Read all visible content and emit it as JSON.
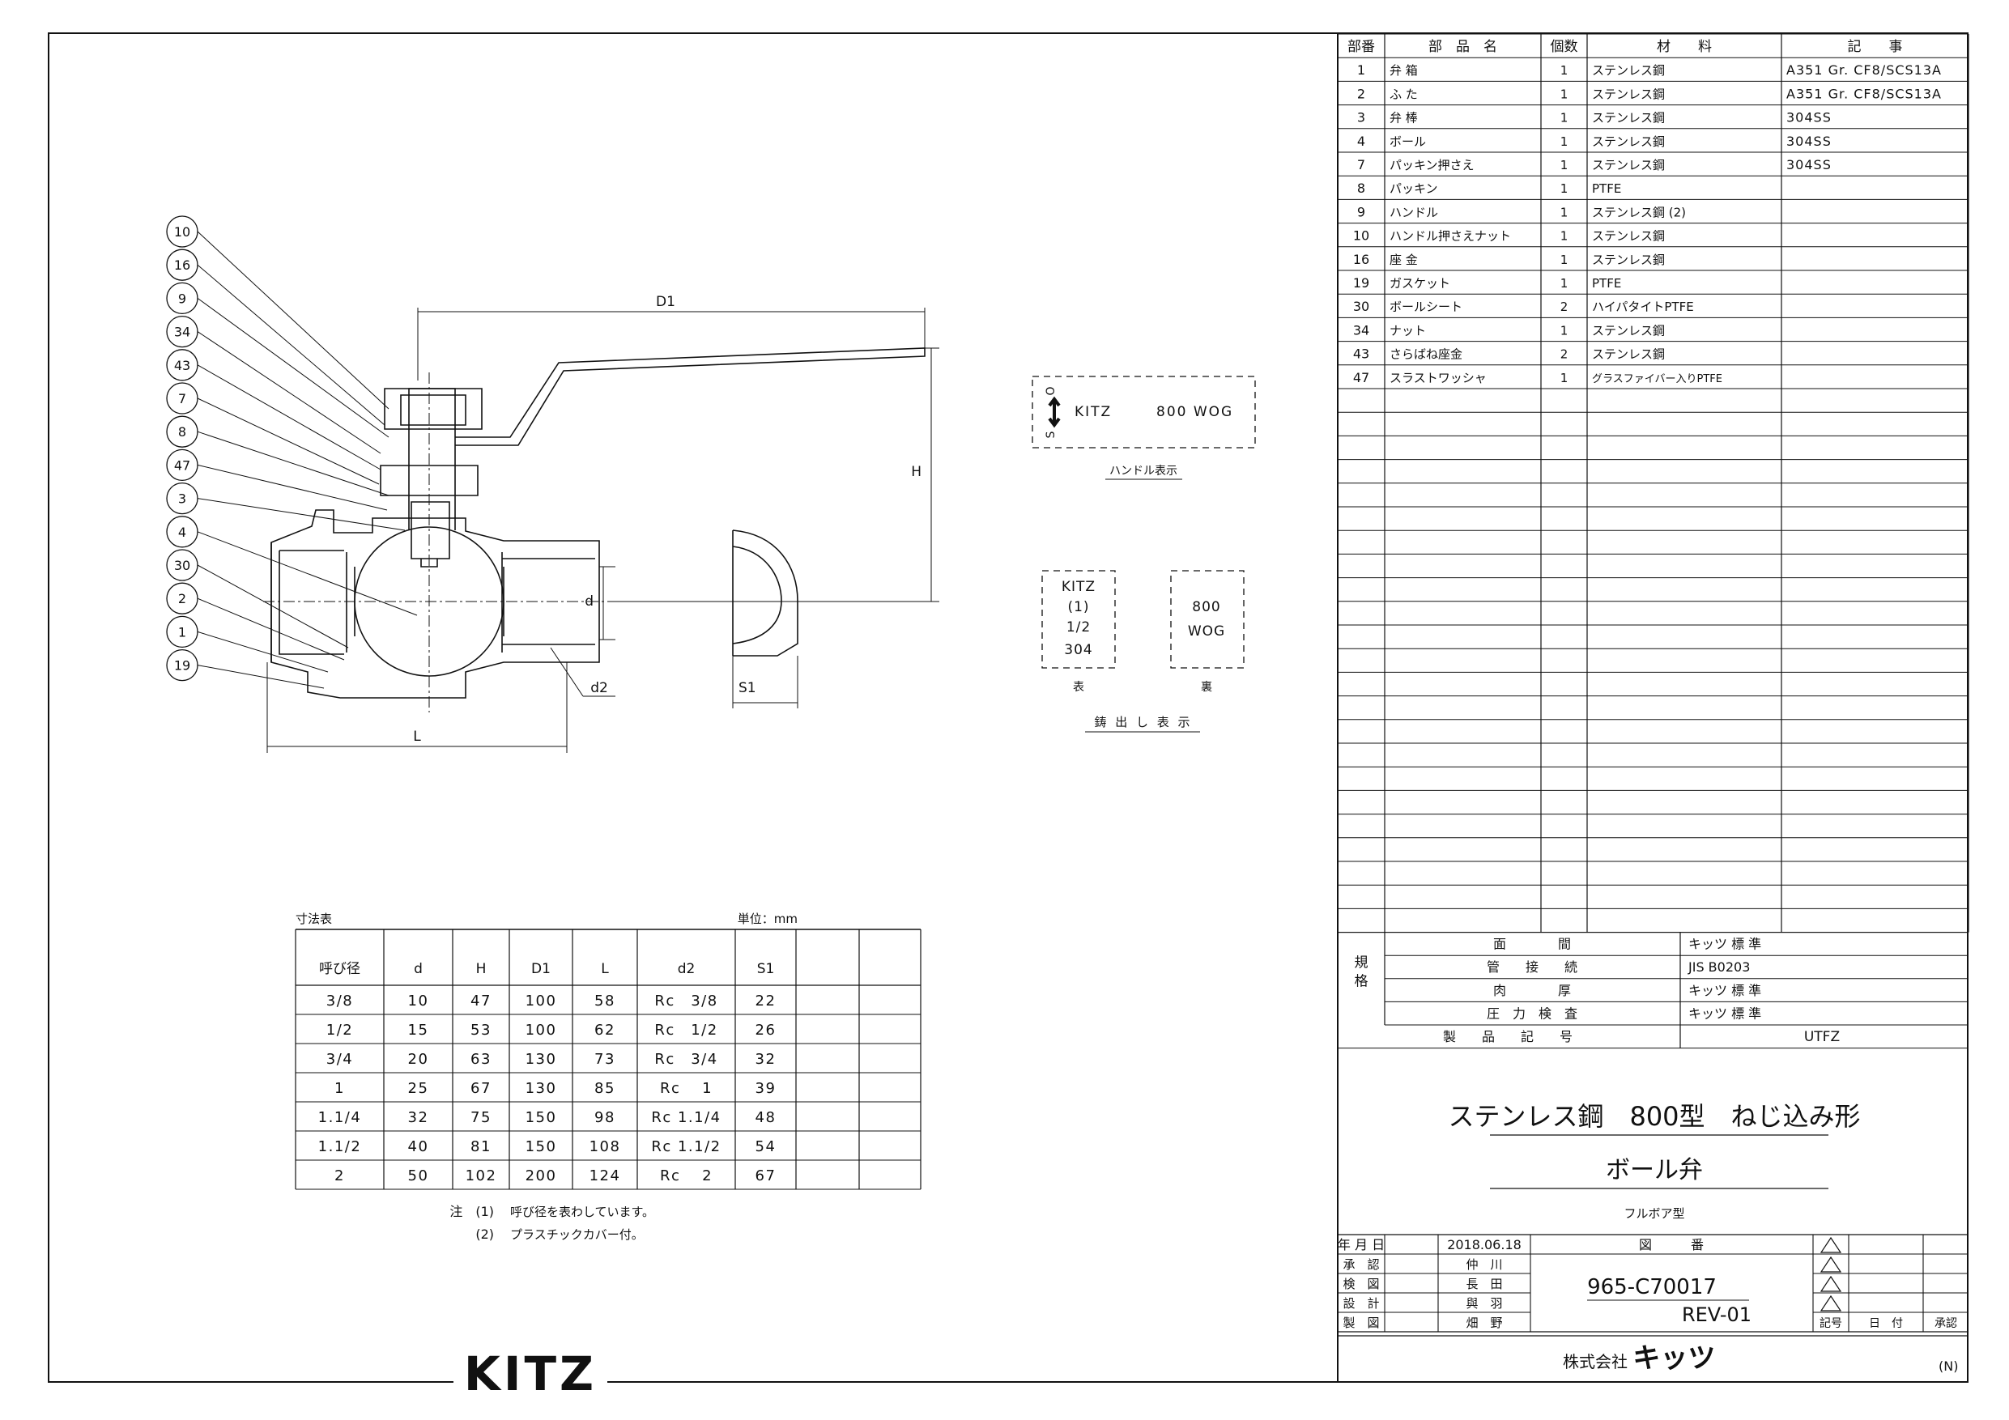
{
  "parts_table": {
    "headers": [
      "部番",
      "部　品　名",
      "個数",
      "材　　料",
      "記　　事"
    ],
    "rows": [
      {
        "no": "1",
        "name": "弁 箱",
        "qty": "1",
        "material": "ステンレス鋼",
        "note": "A351 Gr. CF8/SCS13A"
      },
      {
        "no": "2",
        "name": "ふ た",
        "qty": "1",
        "material": "ステンレス鋼",
        "note": "A351 Gr. CF8/SCS13A"
      },
      {
        "no": "3",
        "name": "弁 棒",
        "qty": "1",
        "material": "ステンレス鋼",
        "note": "304SS"
      },
      {
        "no": "4",
        "name": "ボール",
        "qty": "1",
        "material": "ステンレス鋼",
        "note": "304SS"
      },
      {
        "no": "7",
        "name": "パッキン押さえ",
        "qty": "1",
        "material": "ステンレス鋼",
        "note": "304SS"
      },
      {
        "no": "8",
        "name": "パッキン",
        "qty": "1",
        "material": "PTFE",
        "note": ""
      },
      {
        "no": "9",
        "name": "ハンドル",
        "qty": "1",
        "material": "ステンレス鋼 (2)",
        "note": ""
      },
      {
        "no": "10",
        "name": "ハンドル押さえナット",
        "qty": "1",
        "material": "ステンレス鋼",
        "note": ""
      },
      {
        "no": "16",
        "name": "座 金",
        "qty": "1",
        "material": "ステンレス鋼",
        "note": ""
      },
      {
        "no": "19",
        "name": "ガスケット",
        "qty": "1",
        "material": "PTFE",
        "note": ""
      },
      {
        "no": "30",
        "name": "ボールシート",
        "qty": "2",
        "material": "ハイパタイトPTFE",
        "note": ""
      },
      {
        "no": "34",
        "name": "ナット",
        "qty": "1",
        "material": "ステンレス鋼",
        "note": ""
      },
      {
        "no": "43",
        "name": "さらばね座金",
        "qty": "2",
        "material": "ステンレス鋼",
        "note": ""
      },
      {
        "no": "47",
        "name": "スラストワッシャ",
        "qty": "1",
        "material": "グラスファイバー入りPTFE",
        "note": ""
      }
    ]
  },
  "standards": {
    "label": "規格",
    "rows": [
      {
        "item": "面　　　　間",
        "value": "キッツ 標 準"
      },
      {
        "item": "管　　接　　続",
        "value": "JIS B0203"
      },
      {
        "item": "肉　　　　厚",
        "value": "キッツ 標 準"
      },
      {
        "item": "圧　力　検　査",
        "value": "キッツ 標 準"
      }
    ],
    "product_code_label": "製　　品　　記　　号",
    "product_code": "UTFZ"
  },
  "title": {
    "line1": "ステンレス鋼　800型　ねじ込み形",
    "line2": "ボール弁",
    "subtitle": "フルボア型"
  },
  "approval": {
    "date_label": "年 月 日",
    "date": "2018.06.18",
    "drawing_no_label": "図　　　番",
    "drawing_no": "965-C70017",
    "revision": "REV-01",
    "rows": [
      {
        "role": "承　認",
        "name": "仲　川"
      },
      {
        "role": "検　図",
        "name": "長　田"
      },
      {
        "role": "設　計",
        "name": "與　羽"
      },
      {
        "role": "製　図",
        "name": "畑　野"
      }
    ],
    "rev_cols": [
      "記号",
      "日　付",
      "承認"
    ]
  },
  "company": {
    "prefix": "株式会社",
    "name": "キッツ",
    "code": "(N)"
  },
  "brand_logo": "KITZ",
  "dimension_table": {
    "caption": "寸法表",
    "unit": "単位：mm",
    "headers": [
      "呼び径",
      "d",
      "H",
      "D1",
      "L",
      "d2",
      "S1",
      "",
      ""
    ],
    "rows": [
      [
        "3/8",
        "10",
        "47",
        "100",
        "58",
        "Rc　3/8",
        "22"
      ],
      [
        "1/2",
        "15",
        "53",
        "100",
        "62",
        "Rc　1/2",
        "26"
      ],
      [
        "3/4",
        "20",
        "63",
        "130",
        "73",
        "Rc　3/4",
        "32"
      ],
      [
        "1",
        "25",
        "67",
        "130",
        "85",
        "Rc　 1",
        "39"
      ],
      [
        "1.1/4",
        "32",
        "75",
        "150",
        "98",
        "Rc 1.1/4",
        "48"
      ],
      [
        "1.1/2",
        "40",
        "81",
        "150",
        "108",
        "Rc 1.1/2",
        "54"
      ],
      [
        "2",
        "50",
        "102",
        "200",
        "124",
        "Rc　 2",
        "67"
      ]
    ],
    "notes": [
      {
        "mark": "注　(1)",
        "text": "呼び径を表わしています。"
      },
      {
        "mark": "(2)",
        "text": "プラスチックカバー付。"
      }
    ]
  },
  "drawing": {
    "balloons": [
      "10",
      "16",
      "9",
      "34",
      "43",
      "7",
      "8",
      "47",
      "3",
      "4",
      "30",
      "2",
      "1",
      "19"
    ],
    "dim_labels": {
      "D1": "D1",
      "H": "H",
      "d": "d",
      "d2": "d2",
      "L": "L",
      "S1": "S1"
    }
  },
  "handle_marking": {
    "o_label": "O",
    "s_label": "S",
    "brand": "KITZ",
    "rating": "800 WOG",
    "caption": "ハンドル表示"
  },
  "cast_marking": {
    "front_lines": [
      "KITZ",
      "(1)",
      "1/2",
      "304"
    ],
    "back_lines": [
      "800",
      "WOG"
    ],
    "front_label": "表",
    "back_label": "裏",
    "caption": "鋳 出 し 表 示"
  }
}
